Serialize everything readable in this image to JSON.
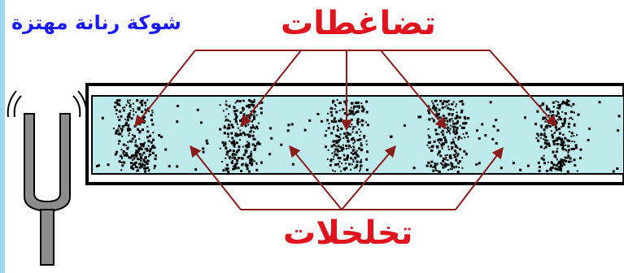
{
  "labels": {
    "tuning_fork": "شوكة رنانة مهتزة",
    "compressions": "تضاغطات",
    "rarefactions": "تخلخلات"
  },
  "colors": {
    "label_blue": "#1a1aff",
    "label_red": "#e0141e",
    "arrow_line": "#8b1a1a",
    "tube_fill": "#bfeaec",
    "tube_border": "#000000",
    "fork_fill": "#8c8c8c",
    "left_edge_blue": "#9fd7ee"
  },
  "icons": {
    "tuning_fork": "tuning-fork-icon",
    "vibration": "vibration-marks-icon"
  }
}
